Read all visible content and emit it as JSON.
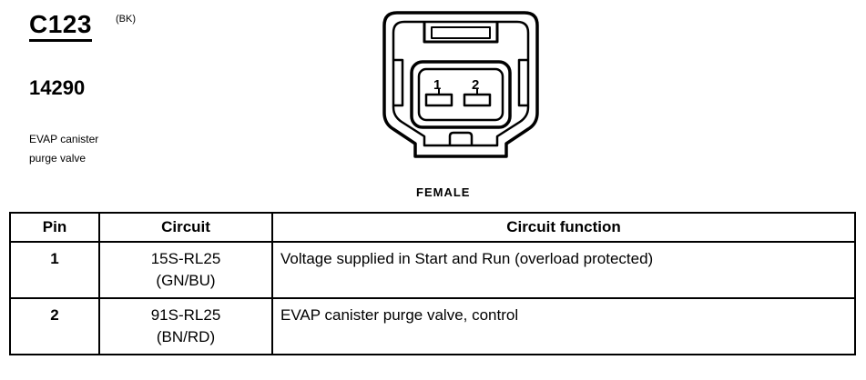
{
  "connector": {
    "id": "C123",
    "color_code": "(BK)",
    "part_number": "14290",
    "description": [
      "EVAP canister",
      "purge valve"
    ],
    "gender": "FEMALE",
    "cavity_labels": [
      "1",
      "2"
    ]
  },
  "table": {
    "headers": [
      "Pin",
      "Circuit",
      "Circuit function"
    ],
    "rows": [
      {
        "pin": "1",
        "circuit": "15S-RL25",
        "wire_color": "(GN/BU)",
        "function": "Voltage supplied in Start and Run (overload protected)"
      },
      {
        "pin": "2",
        "circuit": "91S-RL25",
        "wire_color": "(BN/RD)",
        "function": "EVAP canister purge valve, control"
      }
    ]
  }
}
